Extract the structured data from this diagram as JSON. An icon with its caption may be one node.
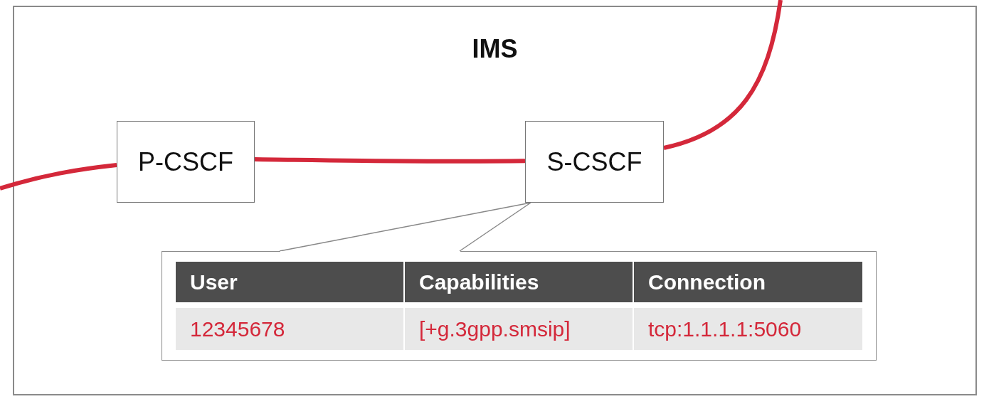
{
  "diagram": {
    "nodes": [
      {
        "text": [
          "IMS"
        ]
      },
      {
        "text": [
          "P-CSCF"
        ],
        "in": 0
      },
      {
        "text": [
          "S-CSCF"
        ],
        "in": 0
      },
      {
        "text": [],
        "shape": "box",
        "in": 0
      }
    ],
    "edges": [
      {
        "from": null,
        "to": 1,
        "arrow": "none"
      },
      {
        "from": 1,
        "to": 2,
        "arrow": "none"
      },
      {
        "from": 2,
        "to": null,
        "arrow": "none"
      },
      {
        "from": 3,
        "to": 2,
        "arrow": "none",
        "color": "#888888"
      }
    ],
    "labels": [
      "User",
      "Capabilities",
      "Connection",
      "12345678",
      "[+g.3gpp.smsip]",
      "tcp:1.1.1.1:5060"
    ]
  }
}
